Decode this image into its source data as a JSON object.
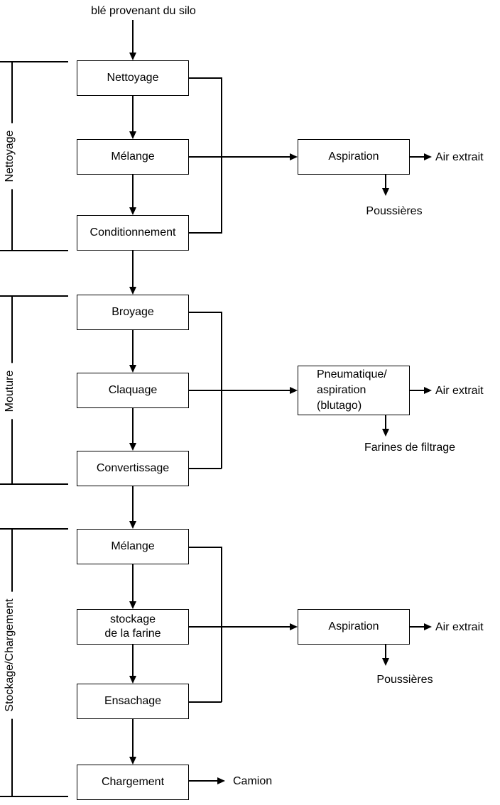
{
  "diagram": {
    "source_label": "blé provenant du silo",
    "sections": {
      "nettoyage": "Nettoyage",
      "mouture": "Mouture",
      "stockage_chargement": "Stockage/Chargement"
    },
    "steps": {
      "nettoyage": "Nettoyage",
      "melange1": "Mélange",
      "conditionnement": "Conditionnement",
      "broyage": "Broyage",
      "claquage": "Claquage",
      "convertissage": "Convertissage",
      "melange2": "Mélange",
      "stockage_line1": "stockage",
      "stockage_line2": "de la farine",
      "ensachage": "Ensachage",
      "chargement": "Chargement"
    },
    "extraction": {
      "aspiration1": "Aspiration",
      "pneumatique_line1": "Pneumatique/",
      "pneumatique_line2": "aspiration",
      "pneumatique_line3": "(blutago)",
      "aspiration2": "Aspiration",
      "air_extrait1": "Air extrait",
      "poussieres1": "Poussières",
      "air_extrait2": "Air extrait",
      "farines_filtrage": "Farines de filtrage",
      "air_extrait3": "Air extrait",
      "poussieres2": "Poussières"
    },
    "outputs": {
      "camion": "Camion"
    },
    "colors": {
      "line": "#000000",
      "background": "#ffffff",
      "text": "#000000"
    }
  }
}
